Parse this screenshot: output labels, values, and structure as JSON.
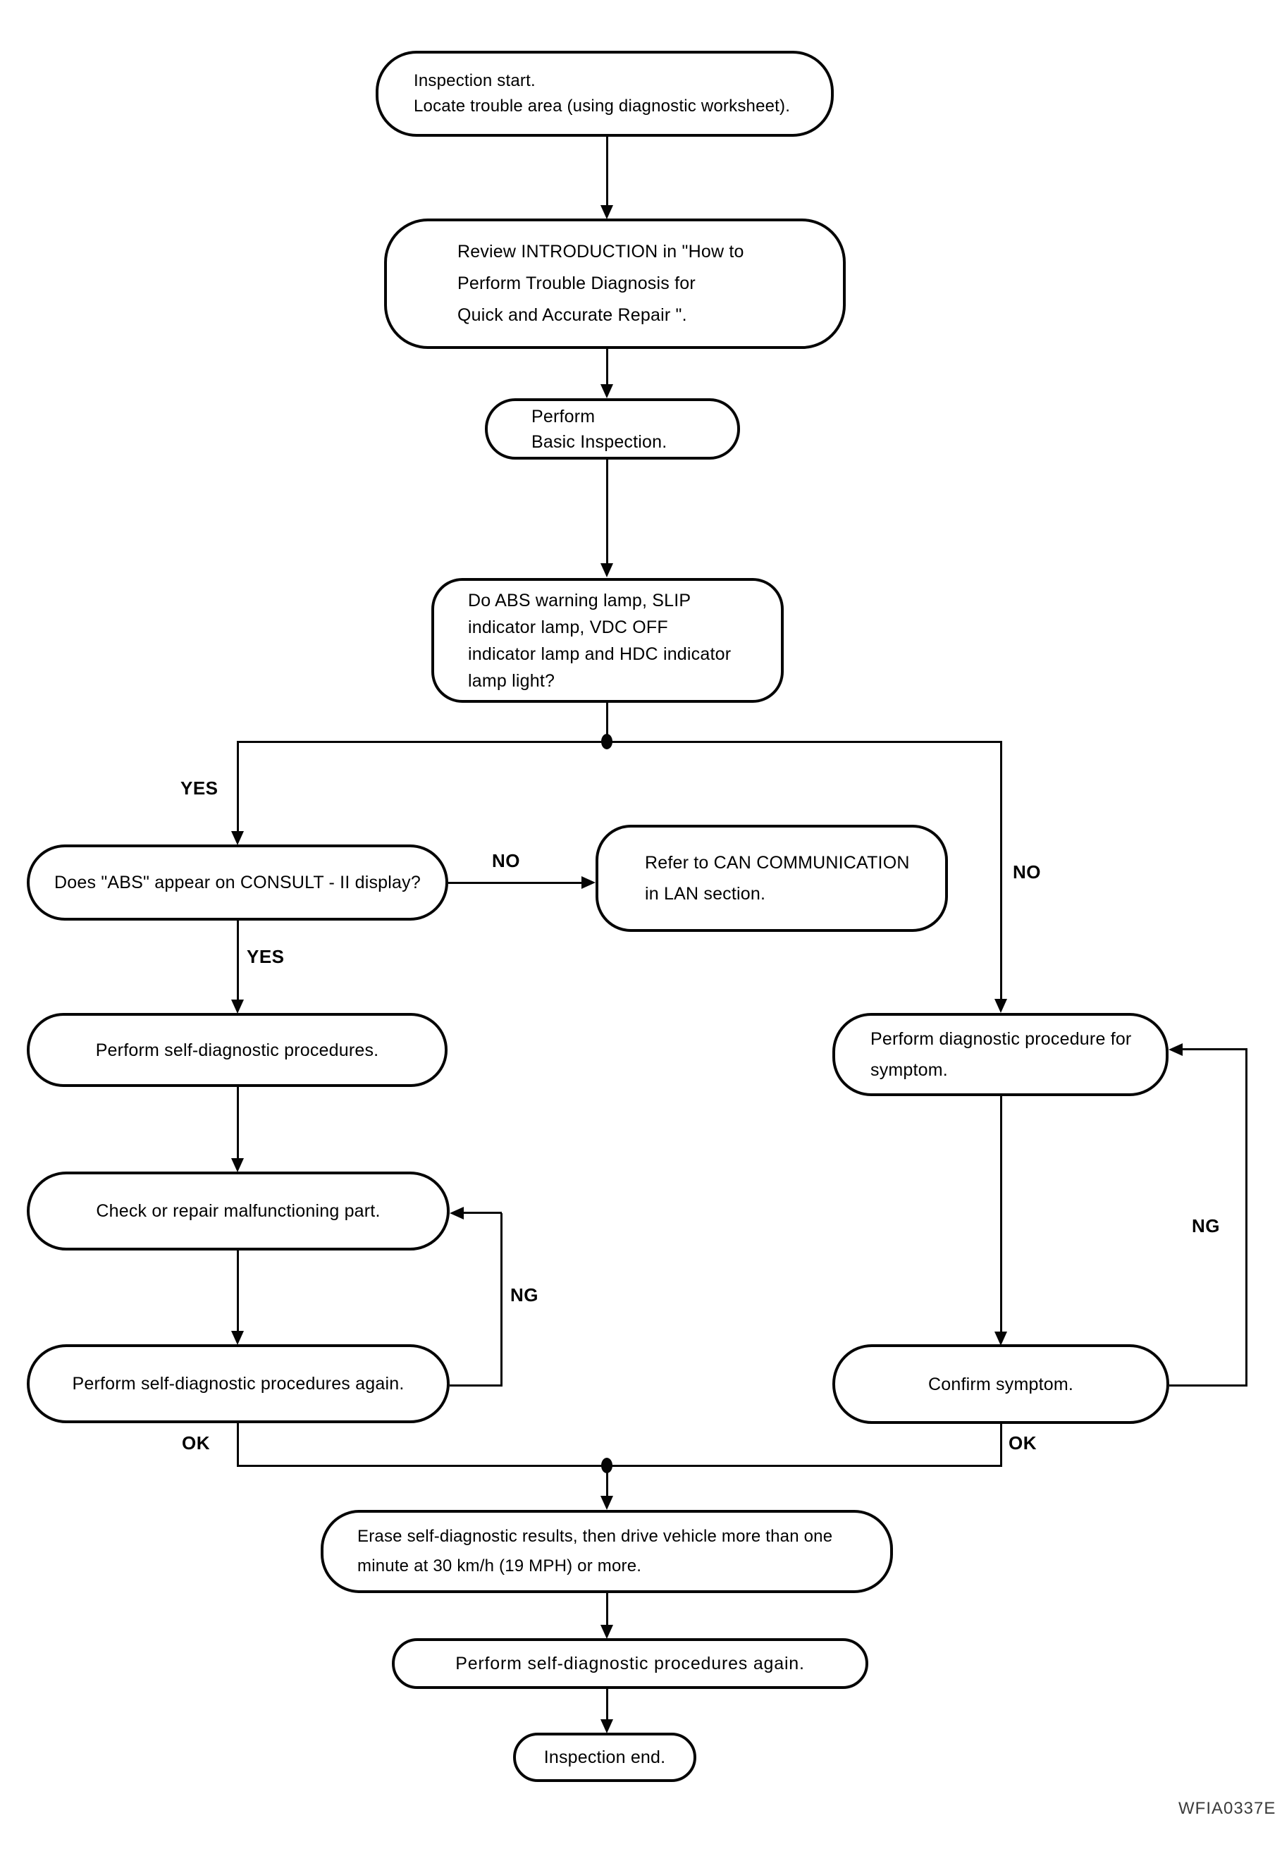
{
  "diagram": {
    "nodes": {
      "start": {
        "label": "Inspection start.\nLocate trouble area (using diagnostic worksheet)."
      },
      "review": {
        "label": "Review INTRODUCTION in \"How to\nPerform Trouble Diagnosis for\nQuick and Accurate Repair \"."
      },
      "basic": {
        "label": "Perform\nBasic Inspection."
      },
      "lamps": {
        "label": "Do ABS warning lamp, SLIP\nindicator lamp, VDC OFF\nindicator lamp and HDC indicator\nlamp light?"
      },
      "consult": {
        "label": "Does \"ABS\" appear on CONSULT - II display?"
      },
      "can": {
        "label": "Refer to CAN COMMUNICATION\nin LAN section."
      },
      "self_diag_1": {
        "label": "Perform self-diagnostic procedures."
      },
      "check_repair": {
        "label": "Check or repair malfunctioning part."
      },
      "self_diag_2": {
        "label": "Perform self-diagnostic procedures again."
      },
      "diag_symptom": {
        "label": "Perform diagnostic procedure for\nsymptom."
      },
      "confirm": {
        "label": "Confirm symptom."
      },
      "erase": {
        "label": "Erase self-diagnostic results, then drive vehicle more than one\nminute at 30 km/h (19 MPH) or more."
      },
      "self_diag_3": {
        "label": "Perform self-diagnostic procedures again."
      },
      "end": {
        "label": "Inspection end."
      }
    },
    "edge_labels": {
      "yes_lamps": "YES",
      "no_lamps": "NO",
      "yes_consult": "YES",
      "no_consult": "NO",
      "ng_left": "NG",
      "ng_right": "NG",
      "ok_left": "OK",
      "ok_right": "OK"
    },
    "figure_code": "WFIA0337E",
    "line_color": "#050505",
    "background": "#ffffff"
  }
}
